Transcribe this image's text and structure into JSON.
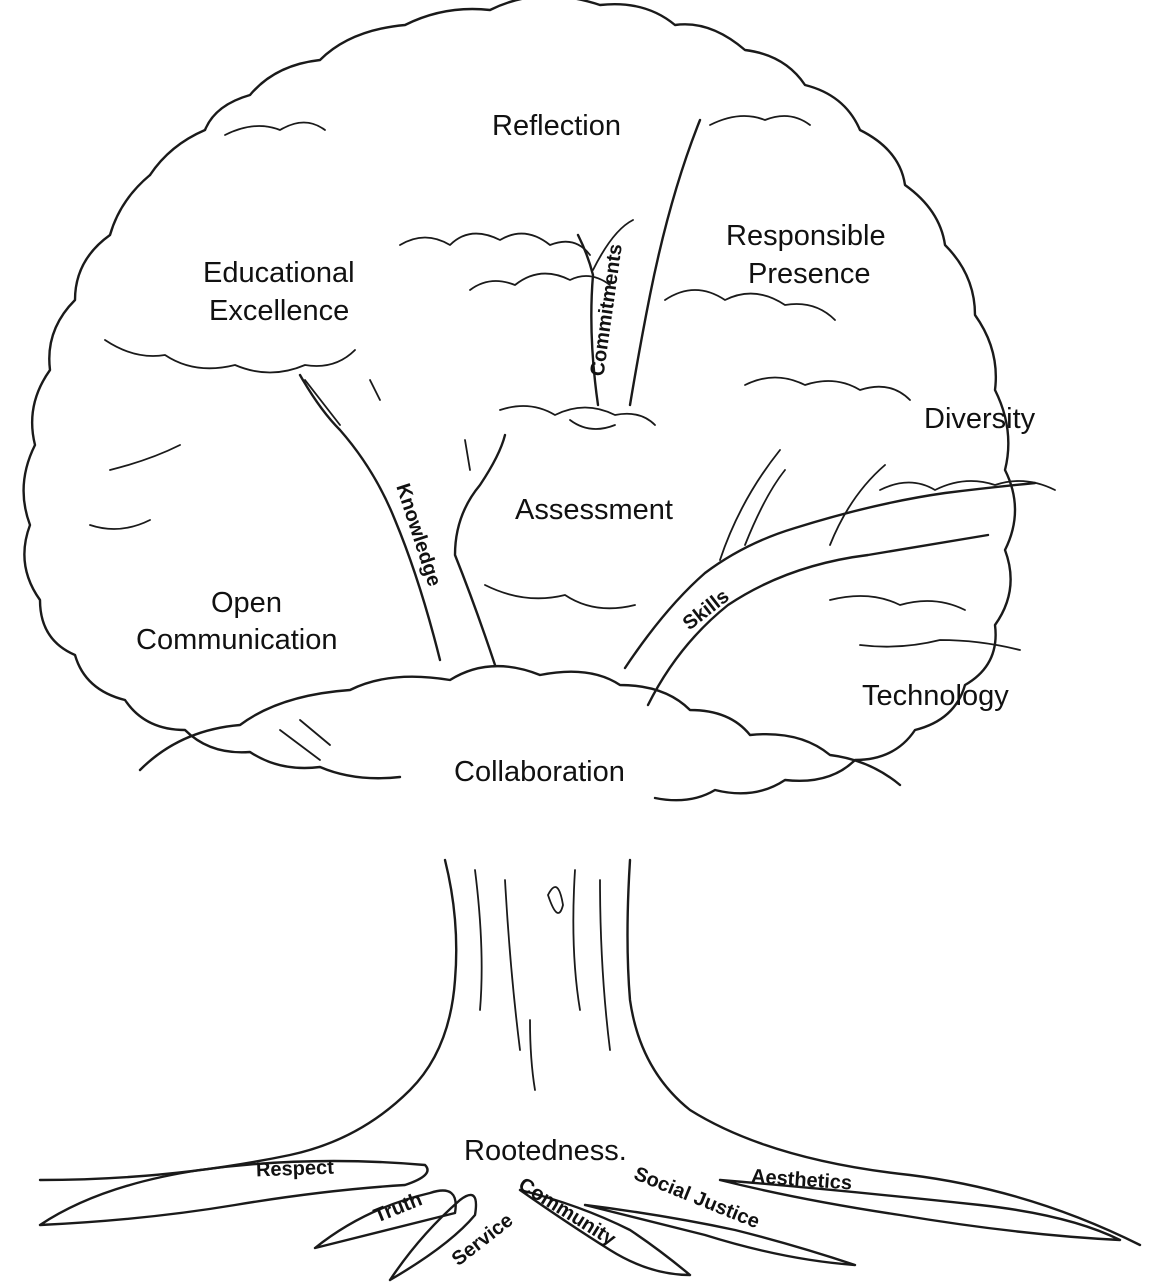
{
  "crown_values": {
    "reflection": "Reflection",
    "responsible_presence_line1": "Responsible",
    "responsible_presence_line2": "Presence",
    "educational_excellence_line1": "Educational",
    "educational_excellence_line2": "Excellence",
    "diversity": "Diversity",
    "assessment": "Assessment",
    "open_communication_line1": "Open",
    "open_communication_line2": "Communication",
    "technology": "Technology",
    "collaboration": "Collaboration"
  },
  "branches": {
    "commitments": "Commitments",
    "knowledge": "Knowledge",
    "skills": "Skills"
  },
  "roots": {
    "rootedness": "Rootedness.",
    "respect": "Respect",
    "truth": "Truth",
    "service": "Service",
    "community": "Community",
    "social_justice": "Social Justice",
    "aesthetics": "Aesthetics"
  },
  "colors": {
    "ink": "#1a1a1a",
    "background": "#ffffff"
  }
}
